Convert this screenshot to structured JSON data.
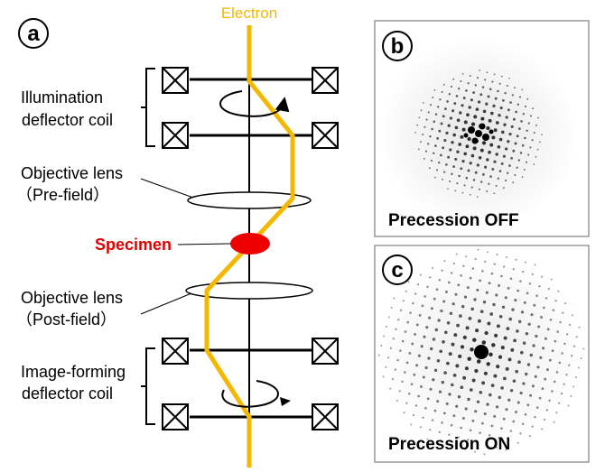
{
  "panels": {
    "a": "a",
    "b": "b",
    "c": "c"
  },
  "beam": {
    "label": "Electron",
    "color": "#f5b800"
  },
  "labels": {
    "illumination_line1": "Illumination",
    "illumination_line2": "deflector coil",
    "obj_pre_line1": "Objective lens",
    "obj_pre_line2": "（Pre-field）",
    "specimen": "Specimen",
    "obj_post_line1": "Objective lens",
    "obj_post_line2": "（Post-field）",
    "image_forming_line1": "Image-forming",
    "image_forming_line2": "deflector coil"
  },
  "colors": {
    "specimen": "#ee0000",
    "specimen_label": "#e00000"
  },
  "patterns": {
    "off_caption": "Precession OFF",
    "on_caption": "Precession ON"
  }
}
